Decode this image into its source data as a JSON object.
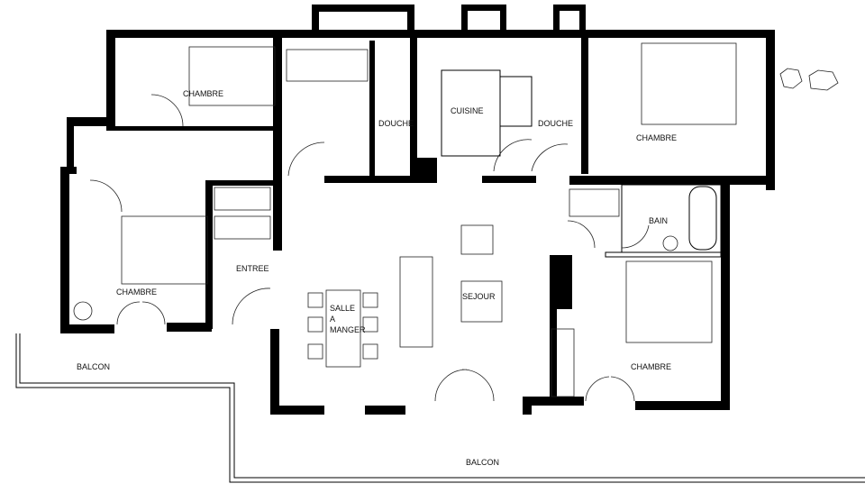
{
  "rooms": {
    "chambre_nw": "CHAMBRE",
    "douche_1": "DOUCHE",
    "cuisine": "CUISINE",
    "douche_2": "DOUCHE",
    "chambre_ne": "CHAMBRE",
    "chambre_w": "CHAMBRE",
    "entree": "ENTREE",
    "salle_a_manger": [
      "SALLE",
      "A",
      "MANGER"
    ],
    "sejour": "SEJOUR",
    "bain": "BAIN",
    "chambre_se": "CHAMBRE",
    "balcon_w": "BALCON",
    "balcon_s": "BALCON"
  }
}
